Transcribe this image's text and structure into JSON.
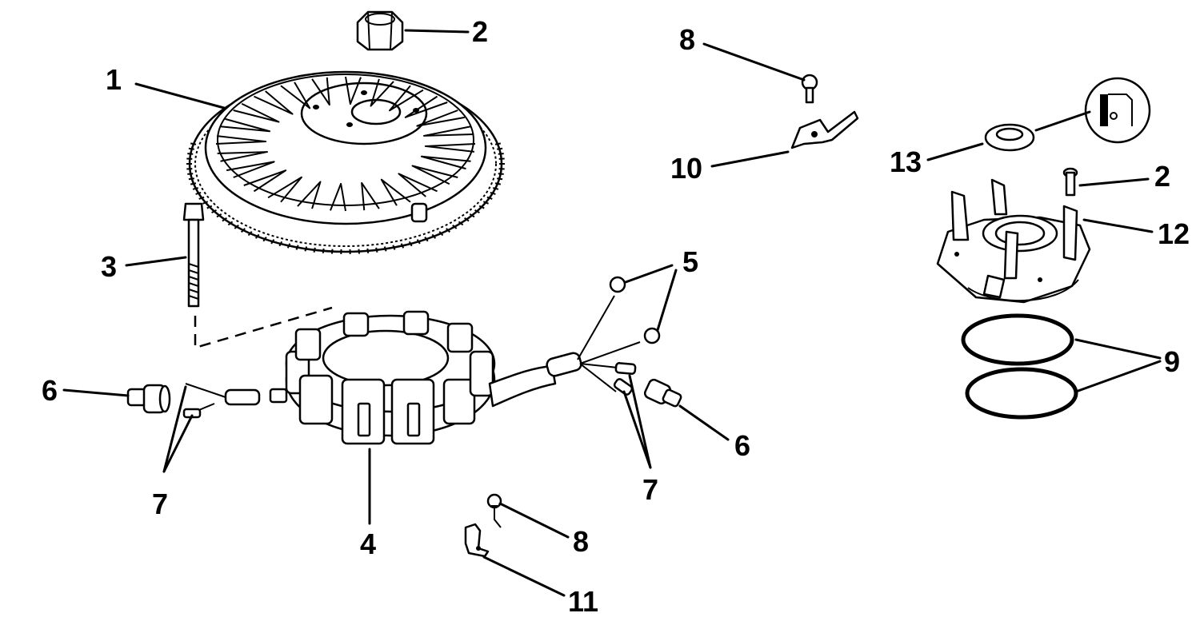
{
  "figure": {
    "type": "exploded parts diagram",
    "callouts": [
      {
        "id": "callout-1",
        "text": "1"
      },
      {
        "id": "callout-2-nut",
        "text": "2"
      },
      {
        "id": "callout-2-screw",
        "text": "2"
      },
      {
        "id": "callout-3",
        "text": "3"
      },
      {
        "id": "callout-4",
        "text": "4"
      },
      {
        "id": "callout-5",
        "text": "5"
      },
      {
        "id": "callout-6-left",
        "text": "6"
      },
      {
        "id": "callout-6-right",
        "text": "6"
      },
      {
        "id": "callout-7-left",
        "text": "7"
      },
      {
        "id": "callout-7-right",
        "text": "7"
      },
      {
        "id": "callout-8-top",
        "text": "8"
      },
      {
        "id": "callout-8-bottom",
        "text": "8"
      },
      {
        "id": "callout-9",
        "text": "9"
      },
      {
        "id": "callout-10",
        "text": "10"
      },
      {
        "id": "callout-11",
        "text": "11"
      },
      {
        "id": "callout-12",
        "text": "12"
      },
      {
        "id": "callout-13",
        "text": "13"
      }
    ]
  }
}
